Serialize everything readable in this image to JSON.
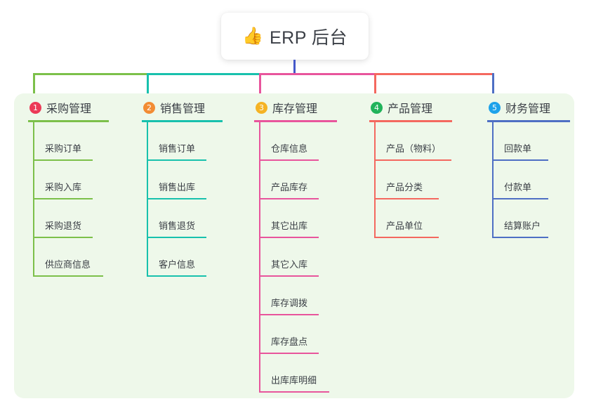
{
  "root": {
    "icon": "thumbs-up-icon",
    "emoji": "👍",
    "title": "ERP 后台"
  },
  "colors": {
    "panel_background": "#eef8ea",
    "card_background": "#ffffff",
    "text": "#3b3f46",
    "root_connector": "#4558c9"
  },
  "branches": [
    {
      "number": "1",
      "title": "采购管理",
      "badge_color": "#ec3a57",
      "line_color": "#7cc04a",
      "head_rule_width": 115,
      "items": [
        {
          "label": "采购订单",
          "rule_width": 85
        },
        {
          "label": "采购入库",
          "rule_width": 85
        },
        {
          "label": "采购退货",
          "rule_width": 85
        },
        {
          "label": "供应商信息",
          "rule_width": 100
        }
      ]
    },
    {
      "number": "2",
      "title": "销售管理",
      "badge_color": "#f28c34",
      "line_color": "#18c1ad",
      "head_rule_width": 115,
      "items": [
        {
          "label": "销售订单",
          "rule_width": 85
        },
        {
          "label": "销售出库",
          "rule_width": 85
        },
        {
          "label": "销售退货",
          "rule_width": 85
        },
        {
          "label": "客户信息",
          "rule_width": 85
        }
      ]
    },
    {
      "number": "3",
      "title": "库存管理",
      "badge_color": "#f5b324",
      "line_color": "#e8559c",
      "head_rule_width": 118,
      "items": [
        {
          "label": "仓库信息",
          "rule_width": 85
        },
        {
          "label": "产品库存",
          "rule_width": 85
        },
        {
          "label": "其它出库",
          "rule_width": 85
        },
        {
          "label": "其它入库",
          "rule_width": 85
        },
        {
          "label": "库存调拨",
          "rule_width": 85
        },
        {
          "label": "库存盘点",
          "rule_width": 85
        },
        {
          "label": "出库库明细",
          "rule_width": 100
        }
      ]
    },
    {
      "number": "4",
      "title": "产品管理",
      "badge_color": "#21b35b",
      "line_color": "#f4685f",
      "head_rule_width": 118,
      "items": [
        {
          "label": "产品（物料）",
          "rule_width": 110
        },
        {
          "label": "产品分类",
          "rule_width": 92
        },
        {
          "label": "产品单位",
          "rule_width": 92
        }
      ]
    },
    {
      "number": "5",
      "title": "财务管理",
      "badge_color": "#1ea2ea",
      "line_color": "#4e6fc4",
      "head_rule_width": 118,
      "items": [
        {
          "label": "回款单",
          "rule_width": 80
        },
        {
          "label": "付款单",
          "rule_width": 80
        },
        {
          "label": "结算账户",
          "rule_width": 80
        }
      ]
    }
  ],
  "connectors": {
    "root_stem_label": "root-stem",
    "bus_label": "branch-bus",
    "segments": [
      {
        "from": "采购管理",
        "color": "#7cc04a"
      },
      {
        "from": "销售管理",
        "color": "#18c1ad"
      },
      {
        "from": "库存管理",
        "color": "#e8559c"
      },
      {
        "from": "产品管理",
        "color": "#f4685f"
      },
      {
        "from": "财务管理",
        "color": "#4e6fc4"
      }
    ]
  }
}
